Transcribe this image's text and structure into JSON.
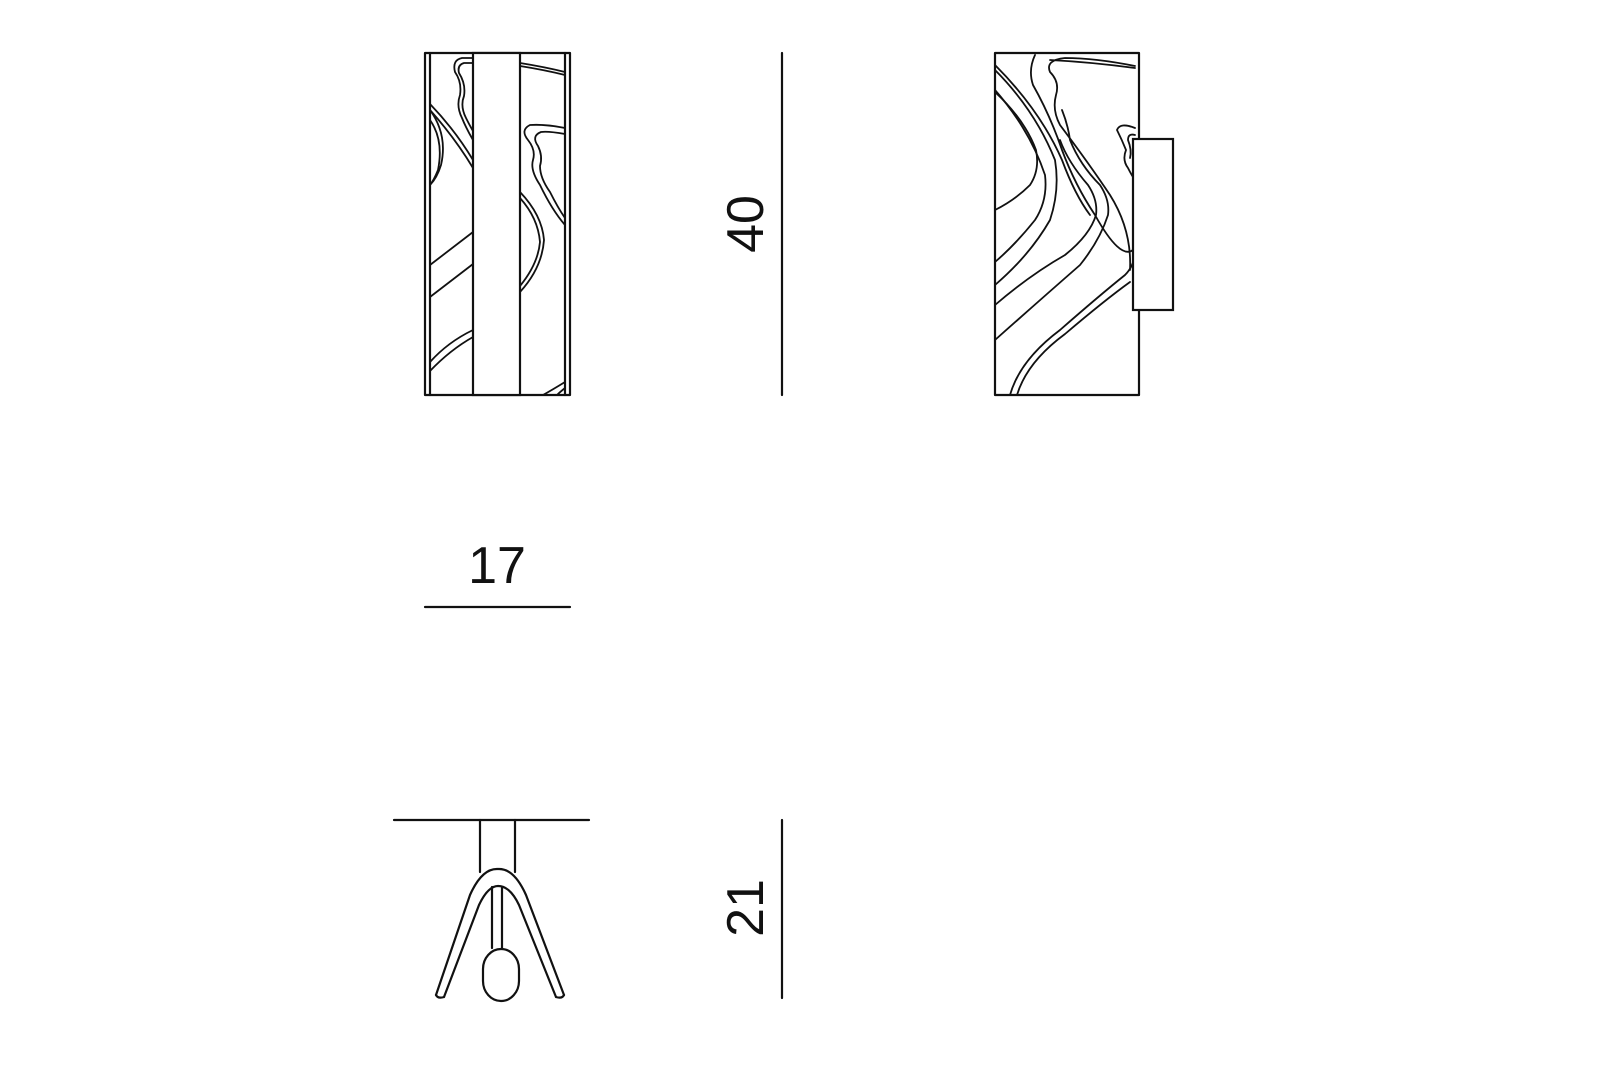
{
  "drawing": {
    "type": "technical-dimension-drawing",
    "subject": "wall lamp with wavy pattern shade",
    "views": [
      {
        "name": "front-view",
        "label": ""
      },
      {
        "name": "side-view",
        "label": ""
      },
      {
        "name": "top-view",
        "label": ""
      }
    ],
    "dimensions": {
      "height": {
        "value": "40",
        "orientation": "vertical"
      },
      "width": {
        "value": "17",
        "orientation": "horizontal"
      },
      "depth": {
        "value": "21",
        "orientation": "vertical"
      }
    },
    "colors": {
      "line": "#111111",
      "background": "#ffffff"
    }
  }
}
